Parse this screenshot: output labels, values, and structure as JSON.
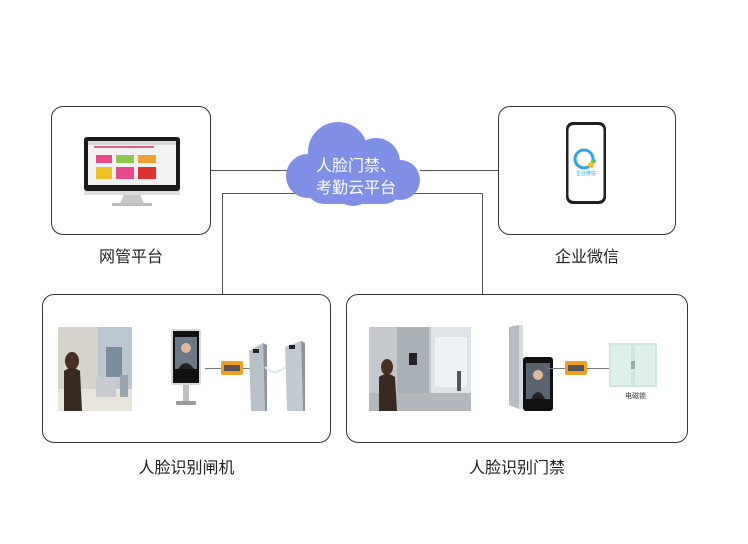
{
  "cloud": {
    "line1": "人脸门禁、",
    "line2": "考勤云平台",
    "color": "#7f8fe6"
  },
  "nodes": {
    "network_platform": "网管平台",
    "wechat_work": "企业微信",
    "face_gate": "人脸识别闸机",
    "face_access": "人脸识别门禁"
  },
  "phone_app_text": "企业微信",
  "em_lock_label": "电磁锁",
  "icons": [
    "desktop-monitor-icon",
    "smartphone-icon",
    "cloud-icon",
    "face-terminal-icon",
    "turnstile-icon",
    "electromagnetic-lock-icon"
  ]
}
